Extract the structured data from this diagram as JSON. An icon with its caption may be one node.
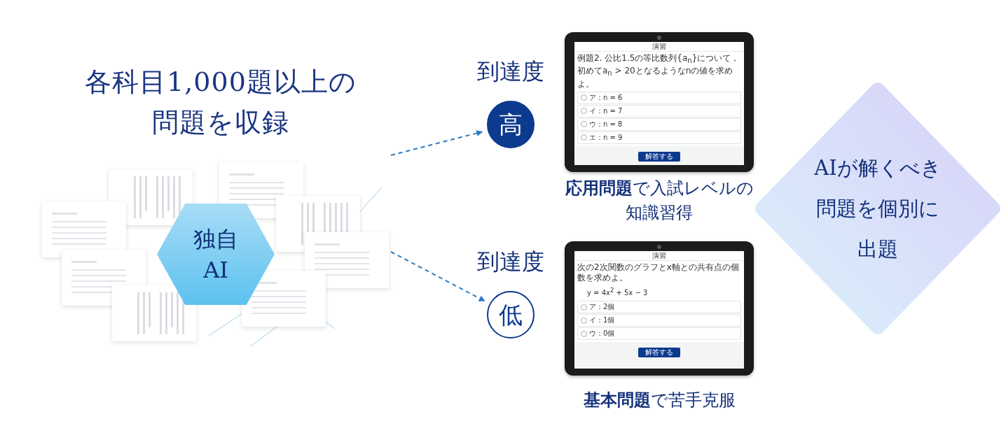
{
  "diagram": {
    "title": "各科目1,000題以上の問題を収録",
    "nodes": [
      {
        "text": [],
        "shape": "picture"
      },
      {
        "text": [
          "独自AI"
        ],
        "in": 0
      },
      {
        "text": [
          "高"
        ],
        "beside": [
          "到達度"
        ]
      },
      {
        "text": [
          "低"
        ],
        "beside": [
          "到達度"
        ]
      },
      {
        "text": [
          "演習",
          "例題2. 公比1.5の等比数列{a$_{n}$}について，初めてa$_{n}$ > 20となるようなnの値を求めよ。",
          "ア：n = 6",
          "イ：n = 7",
          "ウ：n = 8",
          "エ：n = 9",
          "解答する"
        ],
        "beside": [
          "**応用問題**で入試レベルの知識習得"
        ]
      },
      {
        "text": [
          "演習",
          "次の2次関数のグラフとx軸との共有点の個数を求めよ。",
          "y = 4x$^{2}$ + 5x − 3",
          "ア：2個",
          "イ：1個",
          "ウ：0個",
          "解答する"
        ],
        "beside": [
          "**基本問題**で苦手克服"
        ]
      },
      {
        "text": [
          "AIが解くべき問題を個別に出題"
        ]
      }
    ],
    "edges": [
      {
        "from": 0,
        "to": 2,
        "arrow": "to",
        "style": "dashed"
      },
      {
        "from": 0,
        "to": 3,
        "arrow": "to",
        "style": "dashed"
      }
    ]
  }
}
